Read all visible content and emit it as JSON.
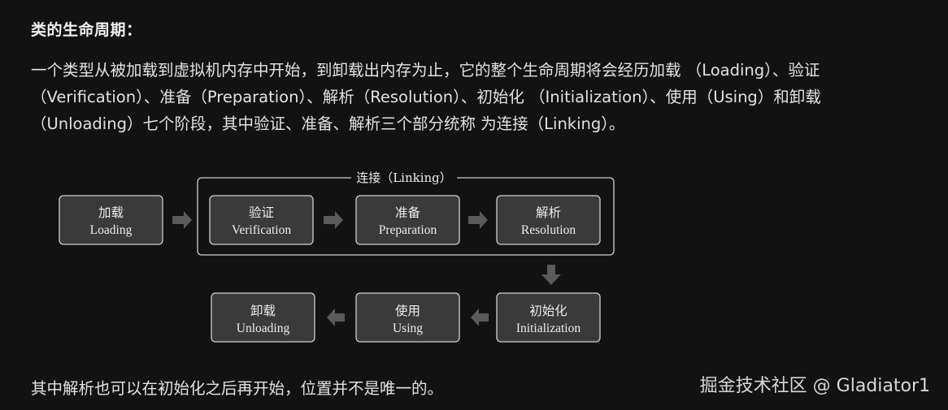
{
  "heading": "类的生命周期：",
  "paragraph_lines": [
    "一个类型从被加载到虚拟机内存中开始，到卸载出内存为止，它的整个生命周期将会经历加载 （Loading）、验证",
    "（Verification）、准备（Preparation）、解析（Resolution）、初始化 （Initialization）、使用（Using）和卸载",
    "（Unloading）七个阶段，其中验证、准备、解析三个部分统称 为连接（Linking）。"
  ],
  "diagram": {
    "group_label": "连接（Linking）",
    "nodes": {
      "loading": {
        "cn": "加载",
        "en": "Loading"
      },
      "verification": {
        "cn": "验证",
        "en": "Verification"
      },
      "preparation": {
        "cn": "准备",
        "en": "Preparation"
      },
      "resolution": {
        "cn": "解析",
        "en": "Resolution"
      },
      "initialization": {
        "cn": "初始化",
        "en": "Initialization"
      },
      "using": {
        "cn": "使用",
        "en": "Using"
      },
      "unloading": {
        "cn": "卸载",
        "en": "Unloading"
      }
    }
  },
  "footer": "其中解析也可以在初始化之后再开始，位置并不是唯一的。",
  "watermark": "掘金技术社区 @ Gladiator1",
  "colors": {
    "background": "#121212",
    "node_fill": "#3a3a3a",
    "node_stroke": "#cfcfcf",
    "arrow": "#5a5a5a"
  }
}
